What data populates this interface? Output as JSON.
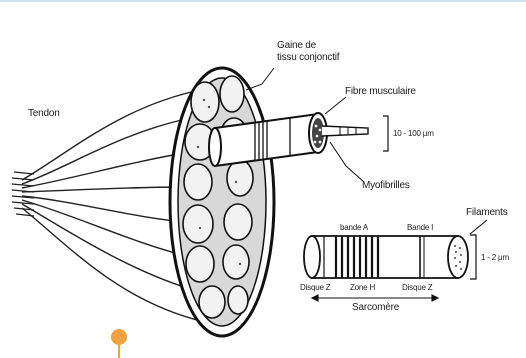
{
  "labels": {
    "gaine": "Gaine de",
    "gaine2": "tissu conjonctif",
    "fibre": "Fibre musculaire",
    "tendon": "Tendon",
    "myofibrilles": "Myofibrilles",
    "fibre_size": "10 - 100 µm",
    "filaments": "Filaments",
    "fil_size": "1 - 2 µm",
    "bande_a": "bande A",
    "bande_i": "Bande I",
    "disque_z1": "Disque Z",
    "zone_h": "Zone H",
    "disque_z2": "Disque Z",
    "sarcomere": "Sarcomère"
  },
  "colors": {
    "top_border": "#cfe4ee",
    "marker": "#f2a23a"
  }
}
